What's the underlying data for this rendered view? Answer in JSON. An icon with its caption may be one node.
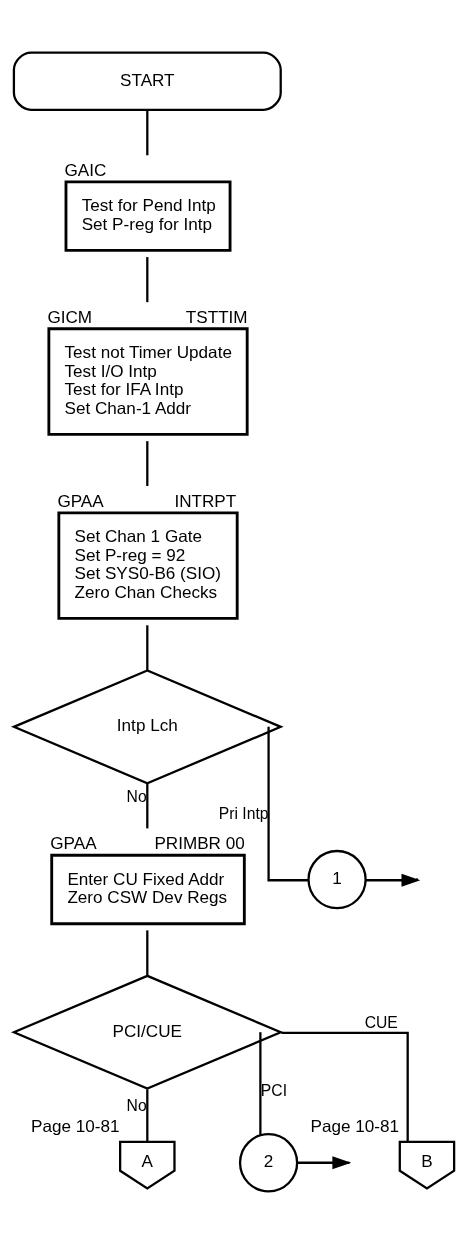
{
  "diagram": {
    "nodes": [
      {
        "text": [
          "START"
        ]
      },
      {
        "text": [
          "GAIC",
          "Test for Pend Intp",
          "Set P-reg for Intp"
        ]
      },
      {
        "text": [
          "GICM",
          "TSTTIM",
          "Test not Timer Update",
          "Test I/O Intp",
          "Test for IFA Intp",
          "Set Chan-1 Addr"
        ]
      },
      {
        "text": [
          "GPAA",
          "INTRPT",
          "Set Chan 1 Gate",
          "Set P-reg = 92",
          "Set SYS0-B6 (SIO)",
          "Zero Chan Checks"
        ]
      },
      {
        "text": [
          "Intp Lch"
        ]
      },
      {
        "text": [
          "1"
        ]
      },
      {
        "text": [
          "GPAA",
          "PRIMBR 00",
          "Enter CU Fixed Addr",
          "Zero CSW Dev Regs"
        ]
      },
      {
        "text": [
          "PCI/CUE"
        ]
      },
      {
        "text": [
          "2"
        ]
      },
      {
        "text": [
          "B"
        ],
        "beside": [
          "Page 10-81"
        ]
      },
      {
        "text": [
          "A"
        ],
        "beside": [
          "Page 10-81"
        ]
      }
    ],
    "edges": [
      {
        "from": 0,
        "to": 1,
        "arrow": "none"
      },
      {
        "from": 1,
        "to": 2,
        "arrow": "none"
      },
      {
        "from": 2,
        "to": 3,
        "arrow": "none"
      },
      {
        "from": 3,
        "to": 4,
        "arrow": "none"
      },
      {
        "from": 4,
        "to": 5,
        "arrow": "none",
        "label": "Pri Intp"
      },
      {
        "from": 5,
        "to": null,
        "arrow": "to"
      },
      {
        "from": 4,
        "to": 6,
        "arrow": "none",
        "label": "No"
      },
      {
        "from": 6,
        "to": 7,
        "arrow": "none"
      },
      {
        "from": 7,
        "to": 8,
        "arrow": "none",
        "label": "PCI"
      },
      {
        "from": 8,
        "to": null,
        "arrow": "to"
      },
      {
        "from": 7,
        "to": 9,
        "arrow": "none",
        "label": "CUE"
      },
      {
        "from": 7,
        "to": 10,
        "arrow": "none",
        "label": "No"
      }
    ]
  }
}
